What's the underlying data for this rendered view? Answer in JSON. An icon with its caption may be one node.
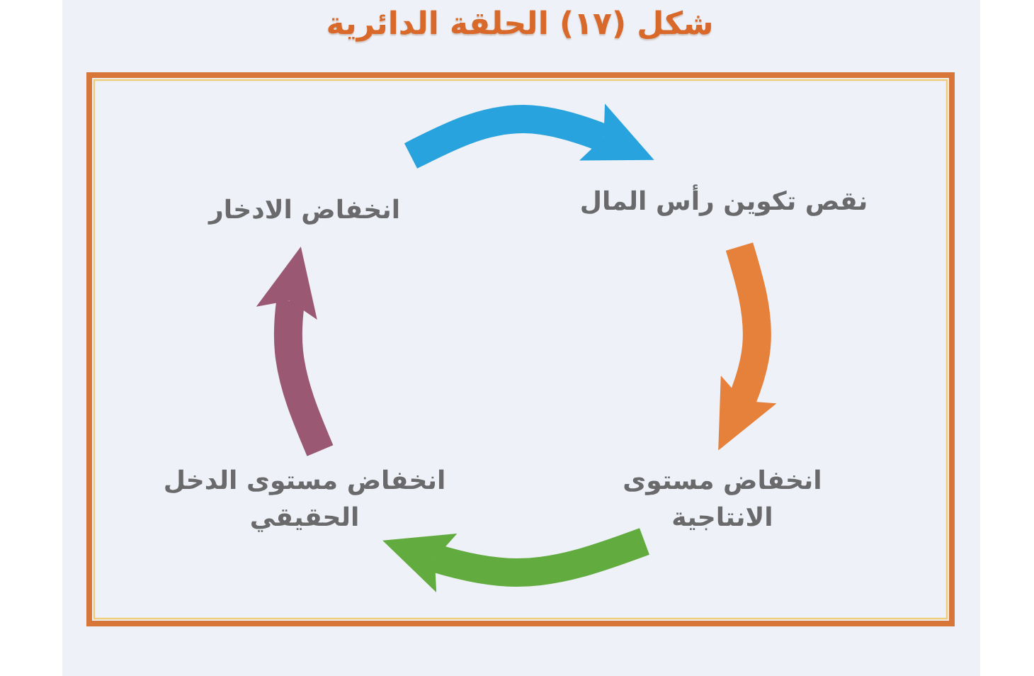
{
  "diagram": {
    "title": "شكل (١٧) الحلقة الدائرية",
    "nodes": [
      {
        "text": [
          "نقص تكوين رأس المال"
        ]
      },
      {
        "text": [
          "انخفاض الادخار"
        ]
      },
      {
        "text": [
          "انخفاض مستوى الانتاجية"
        ]
      },
      {
        "text": [
          "انخفاض مستوى الدخل الحقيقي"
        ]
      }
    ],
    "edges": [
      {
        "from": 1,
        "to": 0,
        "arrow": "to",
        "color": "#29a3dd"
      },
      {
        "from": 0,
        "to": 2,
        "arrow": "to",
        "color": "#e5813a"
      },
      {
        "from": 2,
        "to": 3,
        "arrow": "to",
        "color": "#62ab3f"
      },
      {
        "from": 3,
        "to": 1,
        "arrow": "to",
        "color": "#9b5872"
      }
    ]
  }
}
